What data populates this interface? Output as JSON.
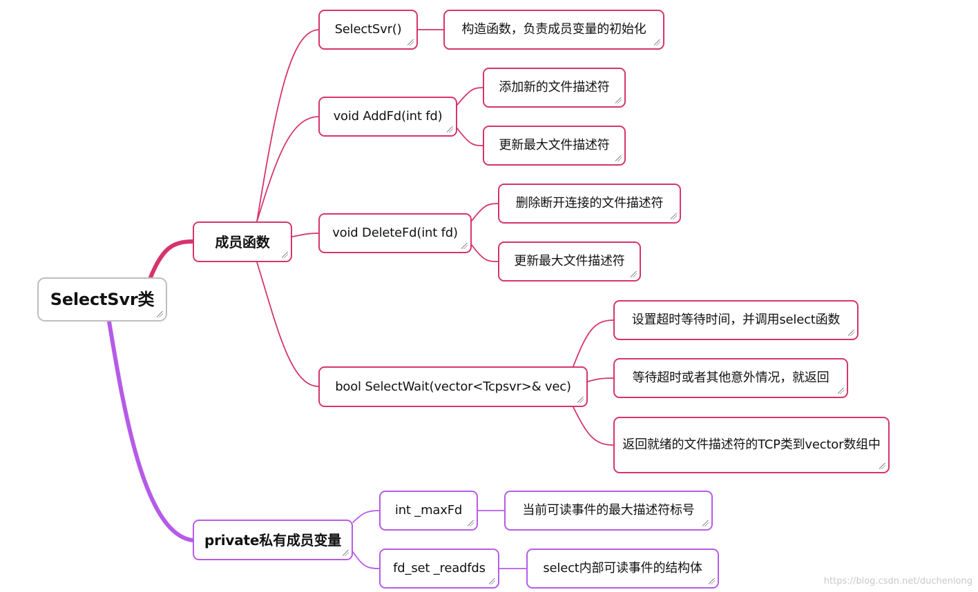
{
  "root": "SelectSvr类",
  "colors": {
    "pink": "#d6336c",
    "purple": "#b55be8",
    "root_border": "#bdbdbd"
  },
  "branches": {
    "members": {
      "label": "成员函数",
      "funcs": [
        {
          "label": "SelectSvr()",
          "children": [
            "构造函数，负责成员变量的初始化"
          ]
        },
        {
          "label": "void AddFd(int fd)",
          "children": [
            "添加新的文件描述符",
            "更新最大文件描述符"
          ]
        },
        {
          "label": "void DeleteFd(int fd)",
          "children": [
            "删除断开连接的文件描述符",
            "更新最大文件描述符"
          ]
        },
        {
          "label": "bool SelectWait(vector<Tcpsvr>& vec)",
          "children": [
            "设置超时等待时间，并调用select函数",
            "等待超时或者其他意外情况，就返回",
            "返回就绪的文件描述符的TCP类到vector数组中"
          ]
        }
      ]
    },
    "private": {
      "label": "private私有成员变量",
      "vars": [
        {
          "label": "int _maxFd",
          "children": [
            "当前可读事件的最大描述符标号"
          ]
        },
        {
          "label": "fd_set _readfds",
          "children": [
            "select内部可读事件的结构体"
          ]
        }
      ]
    }
  },
  "watermark": "https://blog.csdn.net/duchenlong"
}
